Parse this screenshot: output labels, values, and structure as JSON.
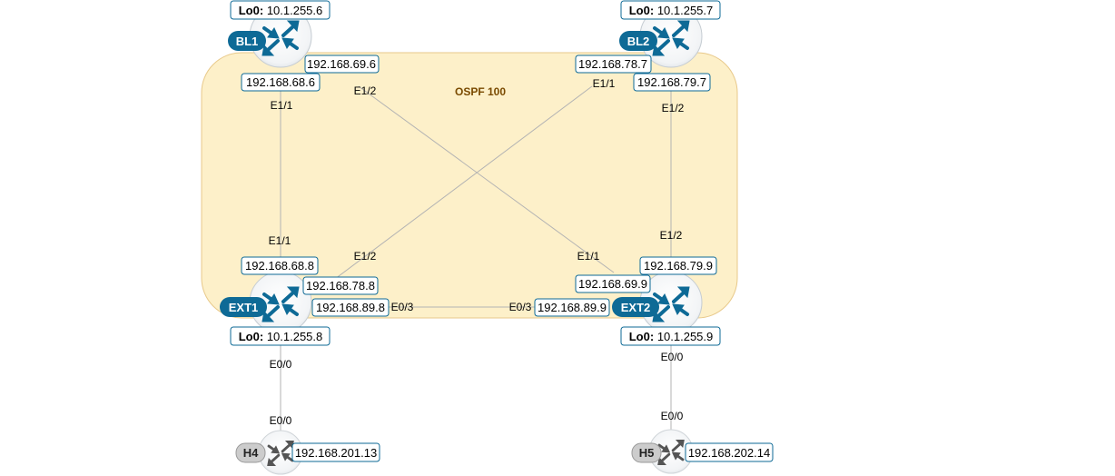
{
  "area": {
    "label": "OSPF 100"
  },
  "routers": {
    "bl1": {
      "name": "BL1",
      "lo_key": "Lo0:",
      "lo_ip": "10.1.255.6"
    },
    "bl2": {
      "name": "BL2",
      "lo_key": "Lo0:",
      "lo_ip": "10.1.255.7"
    },
    "ext1": {
      "name": "EXT1",
      "lo_key": "Lo0:",
      "lo_ip": "10.1.255.8"
    },
    "ext2": {
      "name": "EXT2",
      "lo_key": "Lo0:",
      "lo_ip": "10.1.255.9"
    }
  },
  "hosts": {
    "h4": {
      "name": "H4",
      "ip": "192.168.201.13"
    },
    "h5": {
      "name": "H5",
      "ip": "192.168.202.14"
    }
  },
  "interfaces": {
    "bl1_e11": {
      "ip": "192.168.68.6",
      "port": "E1/1"
    },
    "bl1_e12": {
      "ip": "192.168.69.6",
      "port": "E1/2"
    },
    "bl2_e11": {
      "ip": "192.168.78.7",
      "port": "E1/1"
    },
    "bl2_e12": {
      "ip": "192.168.79.7",
      "port": "E1/2"
    },
    "ext1_e11": {
      "ip": "192.168.68.8",
      "port": "E1/1"
    },
    "ext1_e12": {
      "ip": "192.168.78.8",
      "port": "E1/2"
    },
    "ext1_e03": {
      "ip": "192.168.89.8",
      "port": "E0/3"
    },
    "ext1_e00": {
      "port": "E0/0"
    },
    "ext2_e11": {
      "ip": "192.168.69.9",
      "port": "E1/1"
    },
    "ext2_e12": {
      "ip": "192.168.79.9",
      "port": "E1/2"
    },
    "ext2_e03": {
      "ip": "192.168.89.9",
      "port": "E0/3"
    },
    "ext2_e00": {
      "port": "E0/0"
    },
    "h4_e00": {
      "port": "E0/0"
    },
    "h5_e00": {
      "port": "E0/0"
    }
  },
  "colors": {
    "area_fill": "#fdf0c9",
    "area_stroke": "#e8c98a",
    "router_badge": "#0e6a96",
    "router_arrow": "#0e6a96",
    "host_badge": "#cccccc",
    "host_arrow": "#555555",
    "label_border": "#0e6a96",
    "link": "#b3b3b3"
  }
}
